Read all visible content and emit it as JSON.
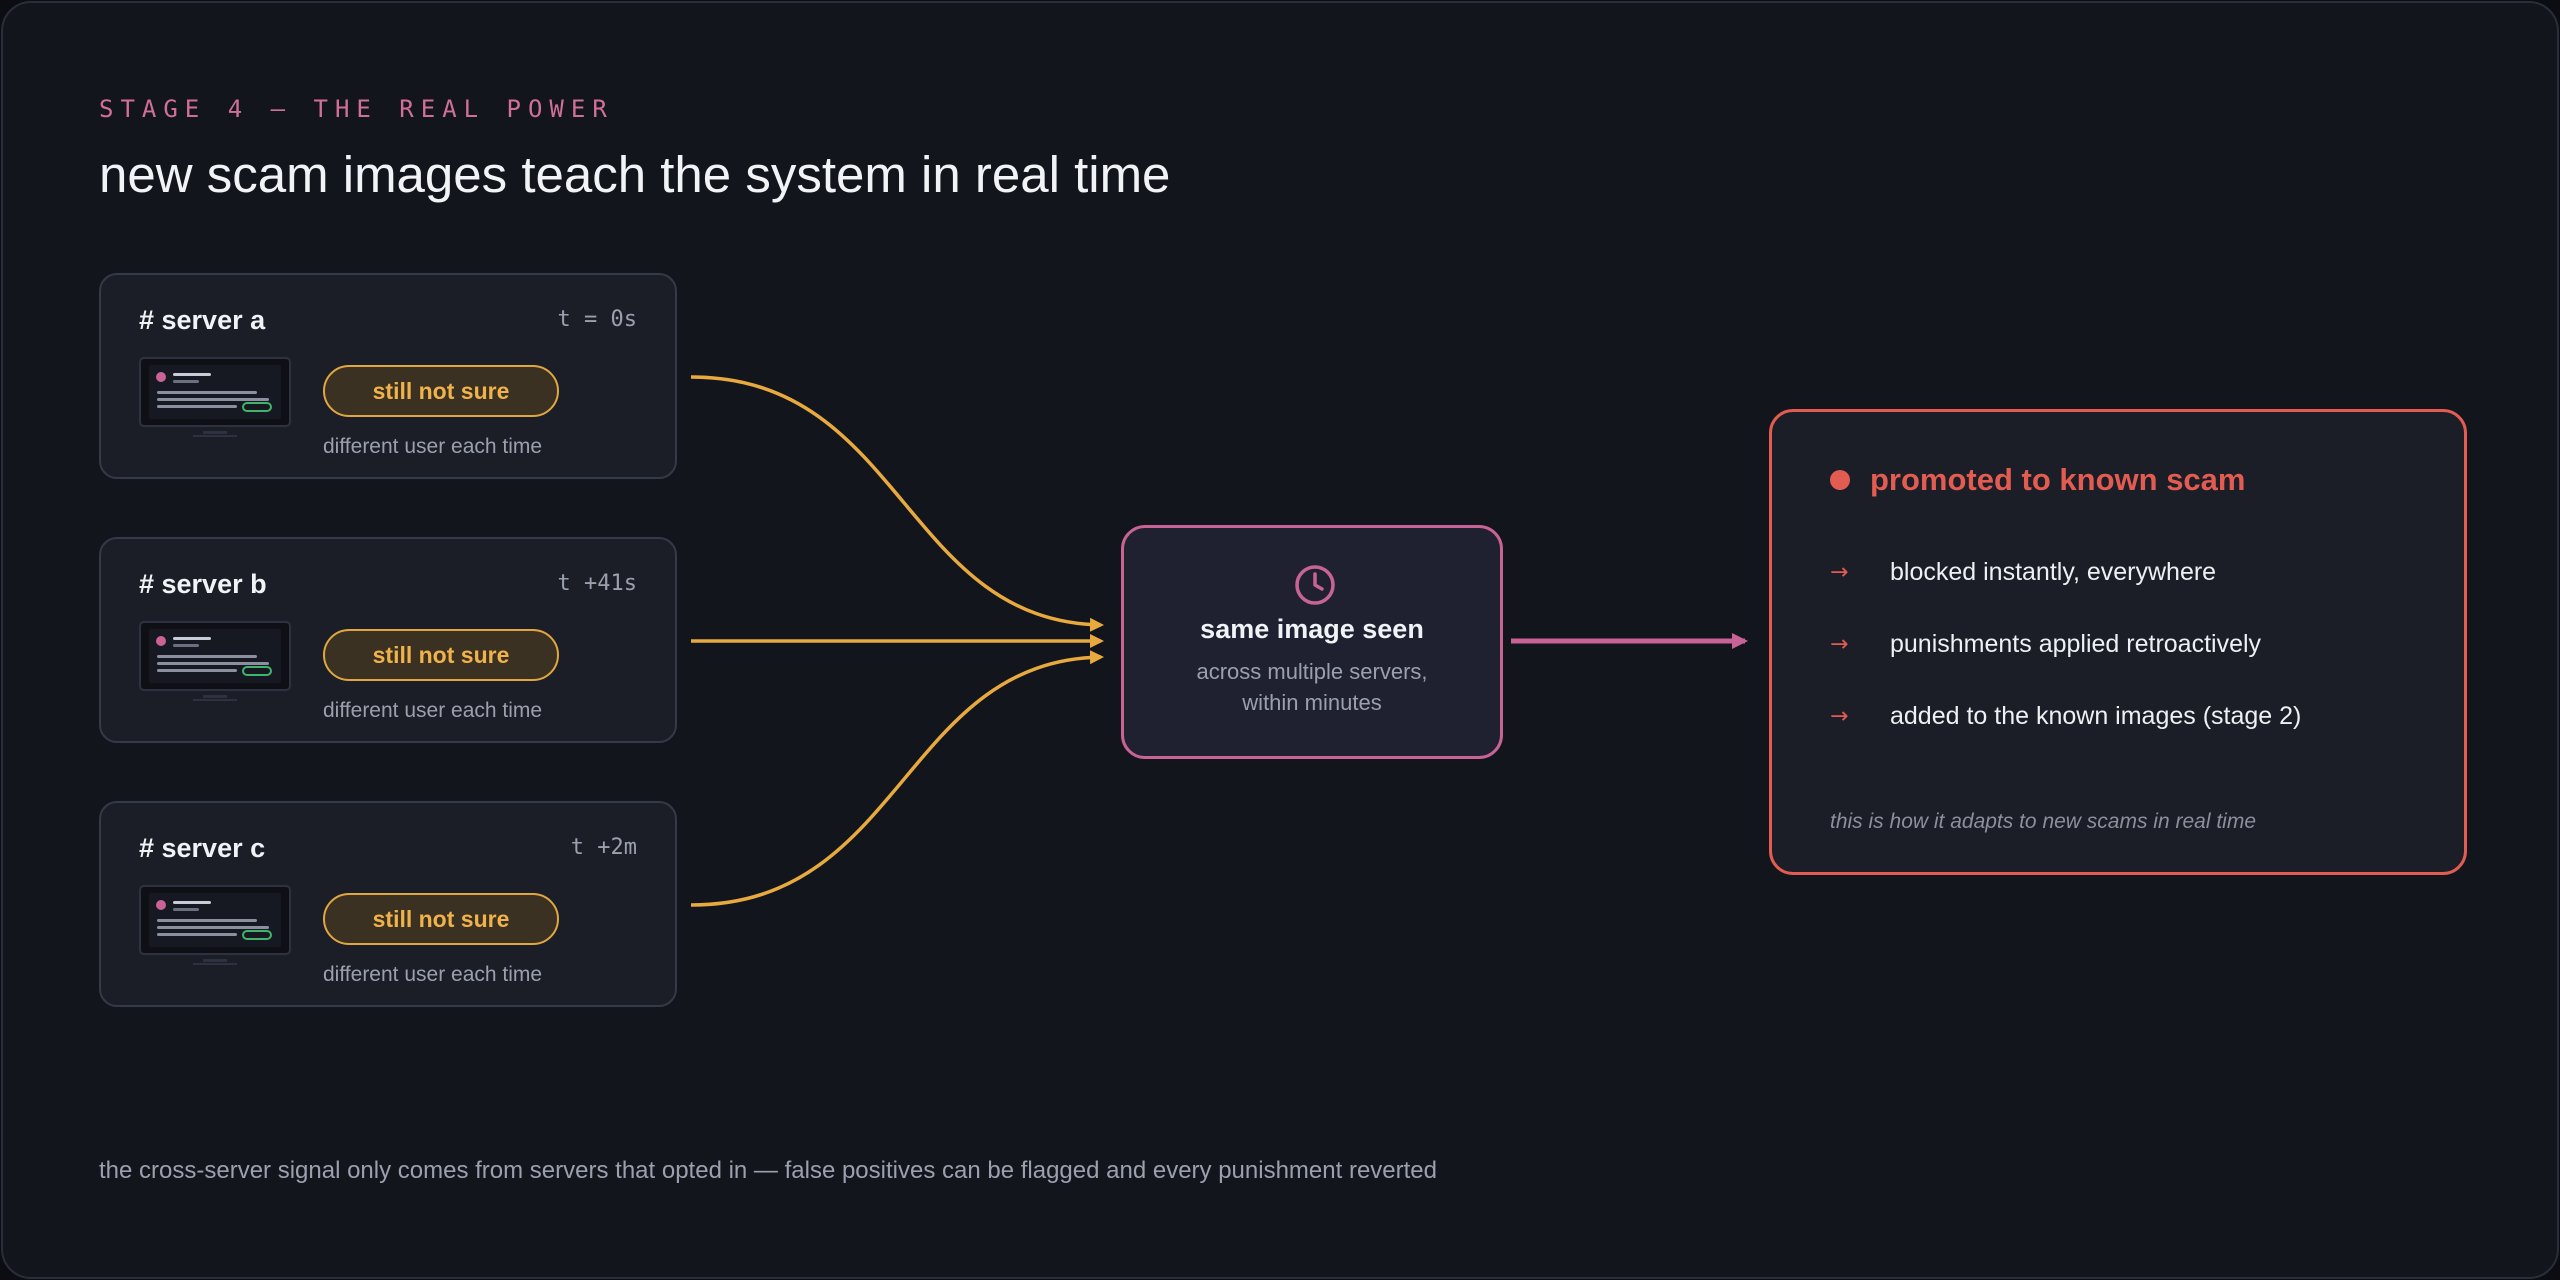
{
  "header": {
    "kicker": "STAGE 4 — THE REAL POWER",
    "title": "new scam images teach the system in real time"
  },
  "servers": [
    {
      "name": "# server a",
      "time": "t = 0s",
      "status": "still not sure",
      "note": "different user each time"
    },
    {
      "name": "# server b",
      "time": "t +41s",
      "status": "still not sure",
      "note": "different user each time"
    },
    {
      "name": "# server c",
      "time": "t +2m",
      "status": "still not sure",
      "note": "different user each time"
    }
  ],
  "center": {
    "icon": "clock-icon",
    "title": "same image seen",
    "subtitle_line1": "across multiple servers,",
    "subtitle_line2": "within minutes"
  },
  "result": {
    "title": "promoted to known scam",
    "items": [
      "blocked instantly, everywhere",
      "punishments applied retroactively",
      "added to the known images (stage 2)"
    ],
    "note": "this is how it adapts to new scams in real time"
  },
  "footnote": "the cross-server signal only comes from servers that opted in — false positives can be flagged and every punishment reverted",
  "colors": {
    "background": "#13151c",
    "card": "#1b1d27",
    "accent_pink": "#c86495",
    "accent_amber": "#e1a73f",
    "accent_red": "#e35c52",
    "status_green": "#3fb46b"
  }
}
